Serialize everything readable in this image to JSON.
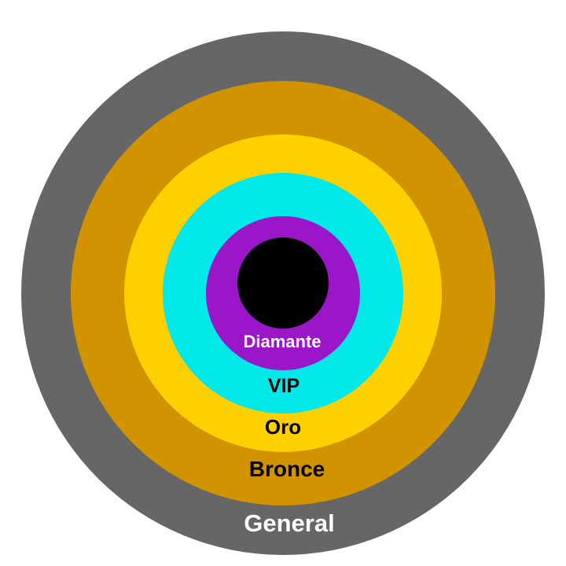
{
  "diagram": {
    "rings": [
      {
        "label": "General",
        "fill": "#666666",
        "label_color": "#ffffff"
      },
      {
        "label": "Bronce",
        "fill": "#d19400",
        "label_color": "#000000"
      },
      {
        "label": "Oro",
        "fill": "#ffd000",
        "label_color": "#000000"
      },
      {
        "label": "VIP",
        "fill": "#00e8e8",
        "label_color": "#000000"
      },
      {
        "label": "Diamante",
        "fill": "#9a16c8",
        "label_color": "#ffffff"
      }
    ],
    "core": {
      "fill": "#000000"
    },
    "background": "#ffffff"
  }
}
